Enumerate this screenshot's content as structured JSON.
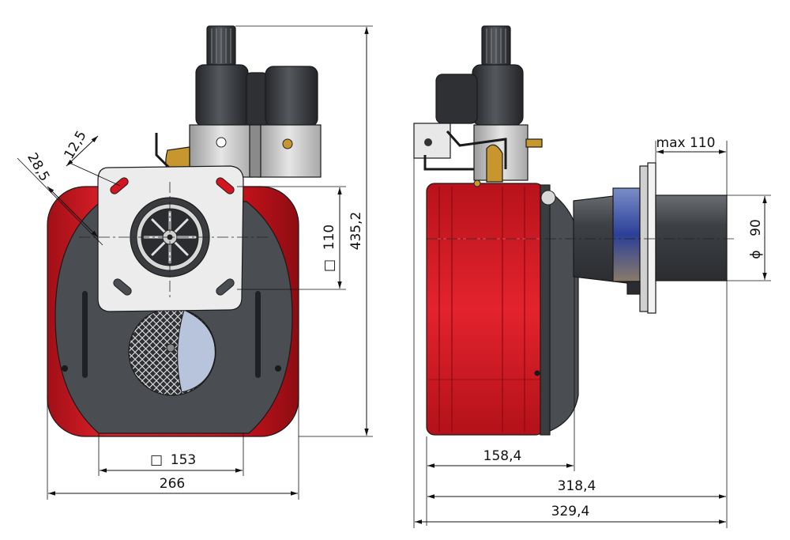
{
  "views": {
    "front": {
      "name": "front-view",
      "labels": {
        "width_overall": "266",
        "width_inner": "153",
        "width_inner_symbol": "□",
        "height_overall": "435,2",
        "flange_square": "110",
        "flange_square_symbol": "□",
        "bolt_offset_a": "28,5",
        "bolt_offset_b": "12,5"
      }
    },
    "side": {
      "name": "side-view",
      "labels": {
        "length_body": "158,4",
        "length_mid": "318,4",
        "length_overall": "329,4",
        "tube_max": "max 110",
        "tube_diameter": "90",
        "tube_diameter_symbol": "ϕ"
      }
    }
  },
  "colors": {
    "housing_red": "#d4141e",
    "housing_dark_red": "#9b0d14",
    "body_gray": "#4a4d52",
    "plate_light": "#ececec",
    "valve_silver": "#c8c8c8",
    "coil_dark": "#2e3034",
    "brass": "#c8962e",
    "blue_band": "#3a4fa8",
    "mesh_light": "#b8c4dc"
  }
}
